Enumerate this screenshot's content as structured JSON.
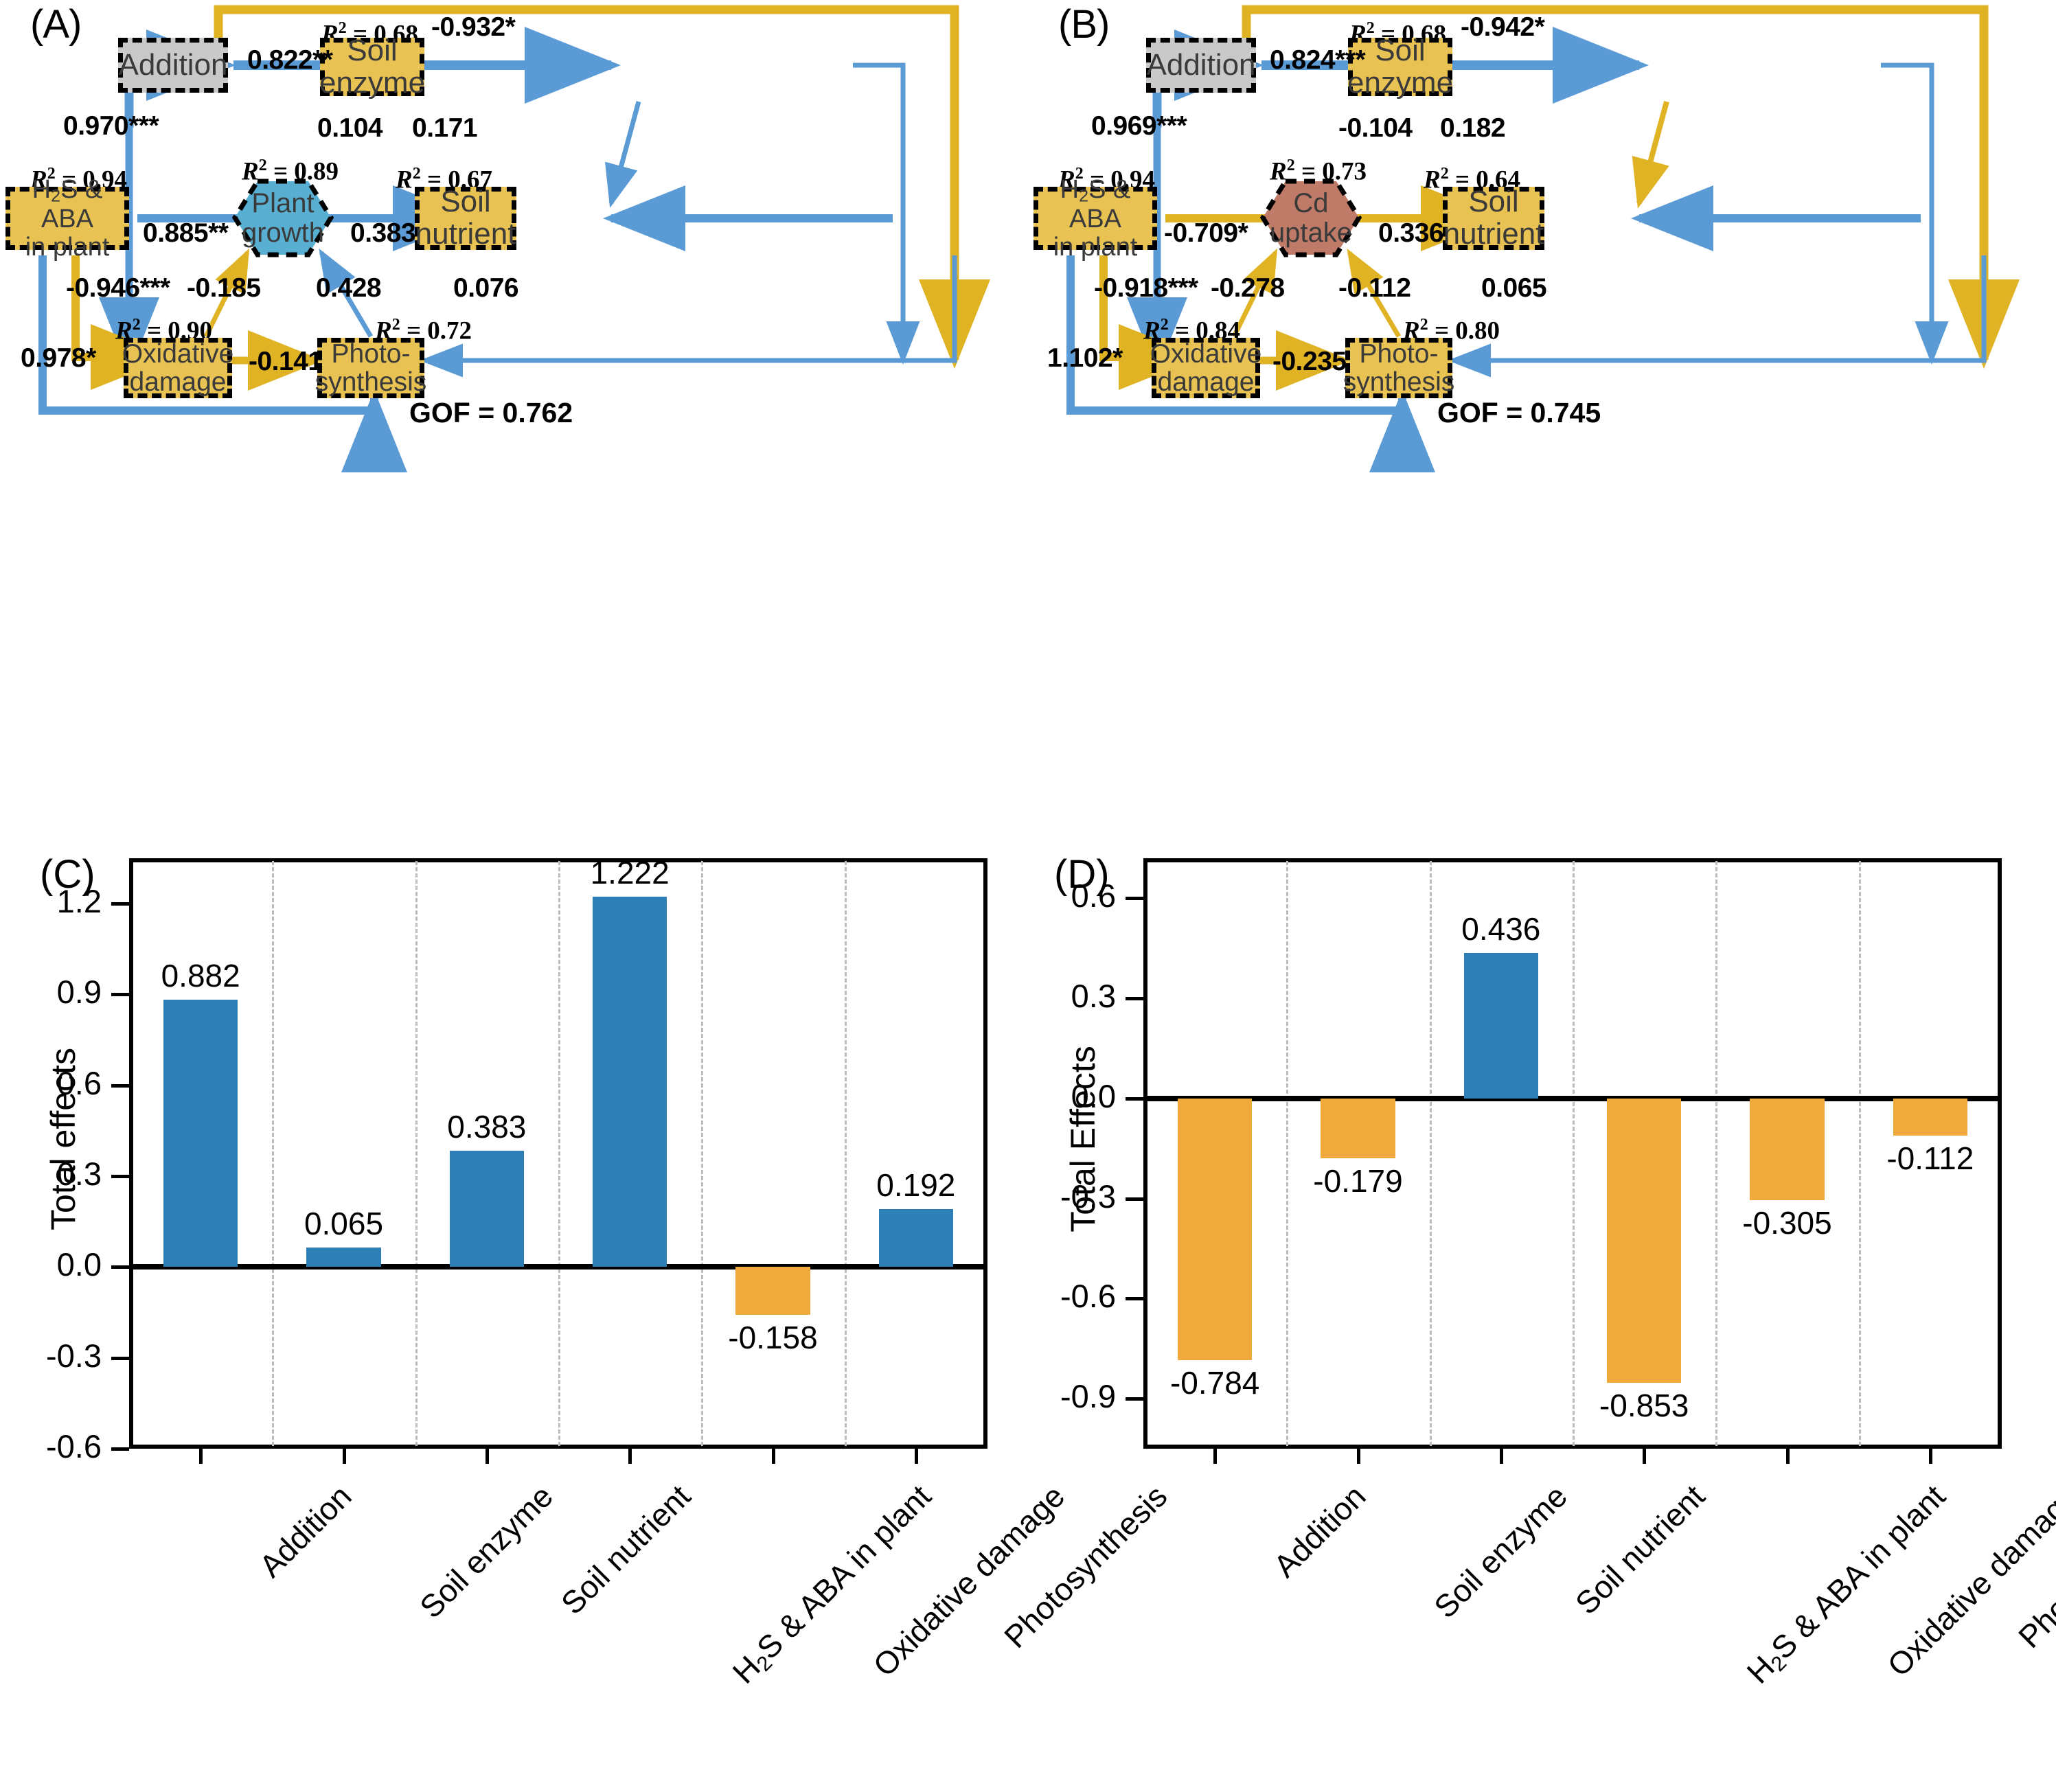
{
  "figure": {
    "panels": [
      "(A)",
      "(B)",
      "(C)",
      "(D)"
    ]
  },
  "panelA": {
    "letter": "(A)",
    "gof": "GOF = 0.762",
    "nodes": {
      "addition": {
        "label": "Addition",
        "r2": ""
      },
      "soil_enzyme": {
        "label": "Soil\nenzyme",
        "r2": "R² = 0.68"
      },
      "h2s_aba": {
        "label": "H2S & ABA\nin plant",
        "r2": "R² = 0.94"
      },
      "center": {
        "label": "Plant\ngrowth",
        "r2": "R² = 0.89"
      },
      "soil_nutrient": {
        "label": "Soil\nnutrient",
        "r2": "R² = 0.67"
      },
      "oxidative": {
        "label": "Oxidative\ndamage",
        "r2": "R² = 0.90"
      },
      "photosynthesis": {
        "label": "Photo-\nsynthesis",
        "r2": "R² = 0.72"
      }
    },
    "coefficients": {
      "addition_to_enzyme": "0.822**",
      "addition_to_nutrient": "-0.932*",
      "addition_to_h2s": "0.970***",
      "enzyme_to_center": "0.104",
      "enzyme_to_nutrient": "0.171",
      "h2s_to_center": "0.885**",
      "nutrient_to_center": "0.383",
      "h2s_to_oxidative": "-0.946***",
      "oxidative_to_center": "-0.185",
      "photo_to_center": "0.428",
      "nutrient_to_photo": "0.076",
      "h2s_to_photo": "0.978*",
      "oxidative_to_photo": "-0.141"
    }
  },
  "panelB": {
    "letter": "(B)",
    "gof": "GOF = 0.745",
    "nodes": {
      "addition": {
        "label": "Addition",
        "r2": ""
      },
      "soil_enzyme": {
        "label": "Soil\nenzyme",
        "r2": "R² = 0.68"
      },
      "h2s_aba": {
        "label": "H2S & ABA\nin plant",
        "r2": "R² = 0.94"
      },
      "center": {
        "label": "Cd\nuptake",
        "r2": "R² = 0.73"
      },
      "soil_nutrient": {
        "label": "Soil\nnutrient",
        "r2": "R² = 0.64"
      },
      "oxidative": {
        "label": "Oxidative\ndamage",
        "r2": "R² = 0.84"
      },
      "photosynthesis": {
        "label": "Photo-\nsynthesis",
        "r2": "R² = 0.80"
      }
    },
    "coefficients": {
      "addition_to_enzyme": "0.824***",
      "addition_to_nutrient": "-0.942*",
      "addition_to_h2s": "0.969***",
      "enzyme_to_center": "-0.104",
      "enzyme_to_nutrient": "0.182",
      "h2s_to_center": "-0.709*",
      "nutrient_to_center": "0.336",
      "h2s_to_oxidative": "-0.918***",
      "oxidative_to_center": "-0.278",
      "photo_to_center": "-0.112",
      "nutrient_to_photo": "0.065",
      "h2s_to_photo": "1.102*",
      "oxidative_to_photo": "-0.235"
    }
  },
  "chart_data": [
    {
      "panel": "(C)",
      "type": "bar",
      "title": "",
      "xlabel": "",
      "ylabel": "Total effects",
      "ylim": [
        -0.6,
        1.35
      ],
      "yticks": [
        -0.6,
        -0.3,
        0.0,
        0.3,
        0.6,
        0.9,
        1.2
      ],
      "ytick_labels": [
        "-0.6",
        "-0.3",
        "0.0",
        "0.3",
        "0.6",
        "0.9",
        "1.2"
      ],
      "grid": "vertical-dashed",
      "legend": "none",
      "categories": [
        "Addition",
        "Soil enzyme",
        "Soil nutrient",
        "H2S & ABA in plant",
        "Oxidative damage",
        "Photosynthesis"
      ],
      "values": [
        0.882,
        0.065,
        0.383,
        1.222,
        -0.158,
        0.192
      ],
      "value_labels": [
        "0.882",
        "0.065",
        "0.383",
        "1.222",
        "-0.158",
        "0.192"
      ],
      "colors": [
        "#2E7EB8",
        "#2E7EB8",
        "#2E7EB8",
        "#2E7EB8",
        "#F0A93B",
        "#2E7EB8"
      ]
    },
    {
      "panel": "(D)",
      "type": "bar",
      "title": "",
      "xlabel": "",
      "ylabel": "Total Effects",
      "ylim": [
        -1.05,
        0.72
      ],
      "yticks": [
        -0.9,
        -0.6,
        -0.3,
        0.0,
        0.3,
        0.6
      ],
      "ytick_labels": [
        "-0.9",
        "-0.6",
        "-0.3",
        "0.0",
        "0.3",
        "0.6"
      ],
      "grid": "vertical-dashed",
      "legend": "none",
      "categories": [
        "Addition",
        "Soil enzyme",
        "Soil nutrient",
        "H2S & ABA in plant",
        "Oxidative damage",
        "Photosynthesis"
      ],
      "values": [
        -0.784,
        -0.179,
        0.436,
        -0.853,
        -0.305,
        -0.112
      ],
      "value_labels": [
        "-0.784",
        "-0.179",
        "0.436",
        "-0.853",
        "-0.305",
        "-0.112"
      ],
      "colors": [
        "#F0A93B",
        "#F0A93B",
        "#2E7EB8",
        "#F0A93B",
        "#F0A93B",
        "#F0A93B"
      ]
    }
  ],
  "colors": {
    "node_yellow": "#E8C252",
    "node_gray": "#C9C9C9",
    "hex_blue": "#58AFD1",
    "hex_brown": "#C07B68",
    "arrow_blue": "#5B9BD5",
    "arrow_yellow": "#E0B325",
    "bar_positive": "#2E7EB8",
    "bar_negative": "#F0A93B",
    "border": "#000000"
  }
}
